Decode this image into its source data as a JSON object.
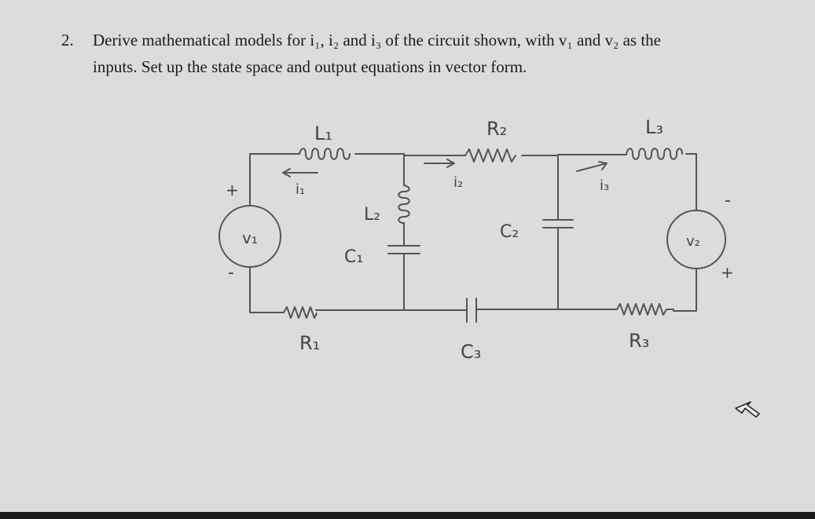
{
  "problem": {
    "number": "2.",
    "line1": "Derive mathematical models for i₁, i₂ and i₃ of the circuit shown, with v₁ and v₂ as the",
    "line2": "inputs. Set up the state space and output equations in vector form."
  },
  "circuit": {
    "labels": {
      "L1": "L₁",
      "L2": "L₂",
      "L3": "L₃",
      "R1": "R₁",
      "R2": "R₂",
      "R3": "R₃",
      "C1": "C₁",
      "C2": "C₂",
      "C3": "C₃",
      "i1": "i₁",
      "i2": "i₂",
      "i3": "i₃",
      "v1": "v₁",
      "v2": "v₂"
    },
    "polarity": {
      "v1_plus": "+",
      "v1_minus": "-",
      "v2_plus": "+",
      "v2_minus": "-"
    }
  },
  "colors": {
    "background": "#dcdcda",
    "ink": "#555555",
    "text": "#1c1c1c"
  },
  "cursor_icon": "mouse-pointer-icon"
}
